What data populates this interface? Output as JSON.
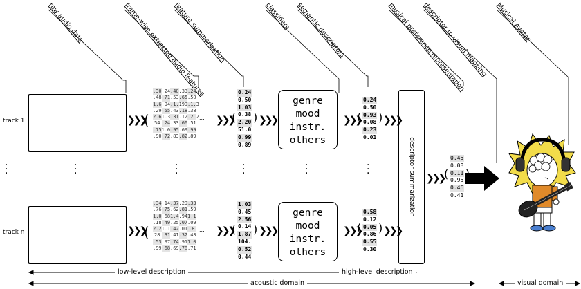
{
  "stages": [
    "raw audio data",
    "frame-wise extracted audio features",
    "feature summarization",
    "classifiers",
    "semantic descriptors",
    "musical preference representation",
    "descriptor to visual mapping",
    "Musical Avatar"
  ],
  "tracks": [
    "track 1",
    "track n"
  ],
  "feature_matrix_top": [
    [
      ".30",
      ".24",
      ".40",
      ".33",
      ".24"
    ],
    [
      ".48",
      ".71",
      ".53",
      ".65",
      ".50"
    ],
    [
      "1.6",
      ".94",
      ".1.1",
      ".99",
      ".1.3"
    ],
    [
      ".29",
      ".55",
      ".43",
      ".18",
      ".38"
    ],
    [
      "2.6",
      "1.31",
      ".31",
      ".12",
      ".2.2"
    ],
    [
      "54",
      ".24",
      ".33",
      ".66",
      ".51"
    ],
    [
      ".75",
      "1.0",
      ".95",
      ".69",
      ".99"
    ],
    [
      ".90",
      ".72",
      ".83",
      ".82",
      ".89"
    ]
  ],
  "feature_matrix_bottom": [
    [
      ".34",
      ".14",
      ".37",
      ".29",
      ".33"
    ],
    [
      ".76",
      ".75",
      ".62",
      ".81",
      ".59"
    ],
    [
      "1.0",
      ".68",
      "1.4",
      ".94",
      "1.1"
    ],
    [
      ".18",
      ".49",
      ".25",
      ".07",
      ".09"
    ],
    [
      "2.2",
      "1.11",
      ".42",
      ".01",
      ".8"
    ],
    [
      "28",
      ".31",
      ".41",
      ".32",
      ".43"
    ],
    [
      ".53",
      ".97",
      ".74",
      ".91",
      "1.0"
    ],
    [
      ".99",
      ".68",
      ".69",
      ".78",
      ".71"
    ]
  ],
  "summary_top": [
    "0.24",
    "0.50",
    "1.03",
    "0.38",
    "2.20",
    "51.0",
    "0.99",
    "0.89"
  ],
  "summary_bottom": [
    "1.03",
    "0.45",
    "2.56",
    "0.14",
    "1.87",
    "104.",
    "0.52",
    "0.44"
  ],
  "classifier_labels": [
    "genre",
    "mood",
    "instr.",
    "others"
  ],
  "semantic_top": [
    "0.24",
    "0.50",
    "0.93",
    "0.08",
    "0.23",
    "0.01"
  ],
  "semantic_bottom": [
    "0.58",
    "0.12",
    "0.05",
    "0.86",
    "0.55",
    "0.30"
  ],
  "summary_box_label": "descriptor summarization",
  "preference_vector": [
    "0.45",
    "0.08",
    "0.11",
    "0.95",
    "0.46",
    "0.41"
  ],
  "ellipsis": "...",
  "bottom_labels": {
    "low_level": "low-level description",
    "high_level": "high-level description",
    "acoustic": "acoustic domain",
    "visual": "visual domain"
  },
  "colors": {
    "line": "#000000",
    "shade": "#e4e4e4",
    "avatar_hair": "#f2dc4a",
    "avatar_shirt": "#e08a2a",
    "avatar_pants": "#4a7fd0"
  }
}
